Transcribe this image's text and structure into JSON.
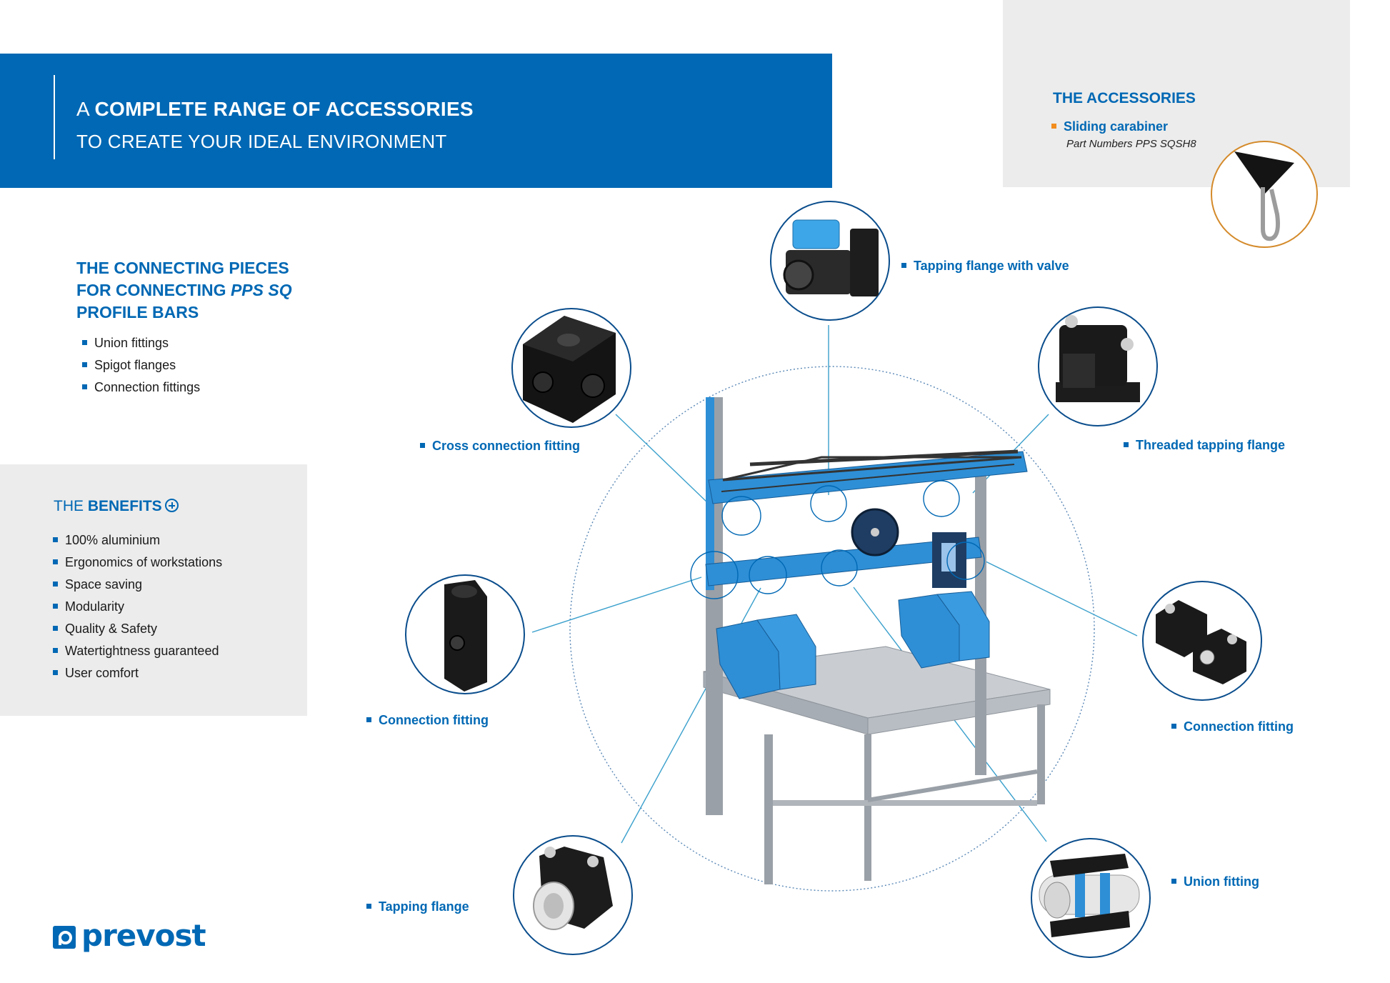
{
  "hero": {
    "line1_prefix": "A",
    "line1_bold": "COMPLETE RANGE OF ACCESSORIES",
    "line2": "TO CREATE YOUR IDEAL ENVIRONMENT"
  },
  "accessories": {
    "title": "THE ACCESSORIES",
    "item": "Sliding carabiner",
    "part_numbers": "Part Numbers PPS SQSH8"
  },
  "connecting": {
    "title_line1": "THE CONNECTING PIECES",
    "title_line2_prefix": "FOR CONNECTING",
    "title_line2_brand": "PPS SQ",
    "title_line3": "PROFILE BARS",
    "items": [
      "Union fittings",
      "Spigot flanges",
      "Connection fittings"
    ]
  },
  "benefits": {
    "title_prefix": "THE",
    "title_bold": "BENEFITS",
    "items": [
      "100% aluminium",
      "Ergonomics of workstations",
      "Space saving",
      "Modularity",
      "Quality & Safety",
      "Watertightness guaranteed",
      "User comfort"
    ]
  },
  "callouts": {
    "tapping_flange_valve": "Tapping flange with valve",
    "cross_connection": "Cross connection fitting",
    "threaded_tapping": "Threaded tapping flange",
    "connection_left": "Connection fitting",
    "connection_right": "Connection fitting",
    "tapping_flange": "Tapping flange",
    "union_fitting": "Union fitting"
  },
  "logo": {
    "text": "prevost"
  },
  "colors": {
    "brand_blue": "#0068b4",
    "accent_orange": "#f28c1c",
    "panel_grey": "#ececec"
  }
}
